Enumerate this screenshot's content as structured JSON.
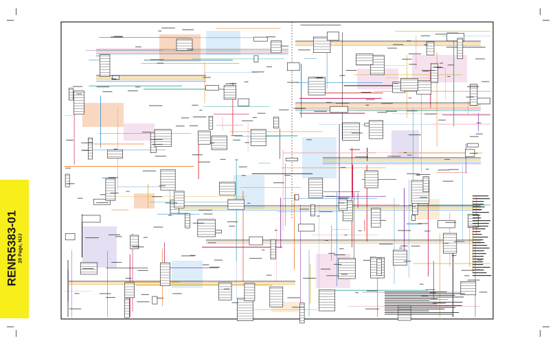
{
  "document": {
    "number": "RENR5383-01",
    "subtitle": "20 Page, NJJ"
  },
  "diagram": {
    "type": "electrical-schematic",
    "wire_colors": [
      "#1a1a1a",
      "#2f8fd0",
      "#e04040",
      "#f08a3c",
      "#8e44ad",
      "#2aa7a0",
      "#e2b84a",
      "#c2185b",
      "#f4a6b0",
      "#7fb8e0"
    ],
    "fills": [
      "#f6c7a8",
      "#cfe6f7",
      "#f2d4e8",
      "#fbe3c5",
      "#dcd2ee"
    ]
  }
}
